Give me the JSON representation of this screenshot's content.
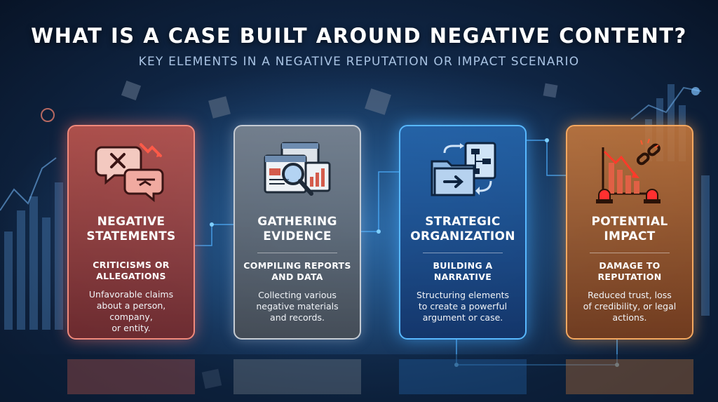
{
  "header": {
    "title": "WHAT IS A CASE BUILT AROUND NEGATIVE CONTENT?",
    "subtitle": "KEY ELEMENTS IN A NEGATIVE REPUTATION OR IMPACT SCENARIO"
  },
  "cards": [
    {
      "title": "NEGATIVE\nSTATEMENTS",
      "subtitle": "CRITICISMS OR\nALLEGATIONS",
      "description": "Unfavorable claims\nabout a person, company,\nor entity.",
      "icon": "speech-bubbles-icon",
      "accent": "#f08a7c"
    },
    {
      "title": "GATHERING\nEVIDENCE",
      "subtitle": "COMPILING REPORTS\nAND DATA",
      "description": "Collecting various\nnegative materials\nand records.",
      "icon": "documents-magnifier-icon",
      "accent": "#c6ccd4"
    },
    {
      "title": "STRATEGIC\nORGANIZATION",
      "subtitle": "BUILDING A\nNARRATIVE",
      "description": "Structuring elements\nto create a powerful\nargument or case.",
      "icon": "folders-flowchart-icon",
      "accent": "#58b8ff"
    },
    {
      "title": "POTENTIAL\nIMPACT",
      "subtitle": "DAMAGE TO\nREPUTATION",
      "description": "Reduced trust, loss\nof credibility, or legal\nactions.",
      "icon": "alarm-chart-broken-link-icon",
      "accent": "#f4a860"
    }
  ]
}
